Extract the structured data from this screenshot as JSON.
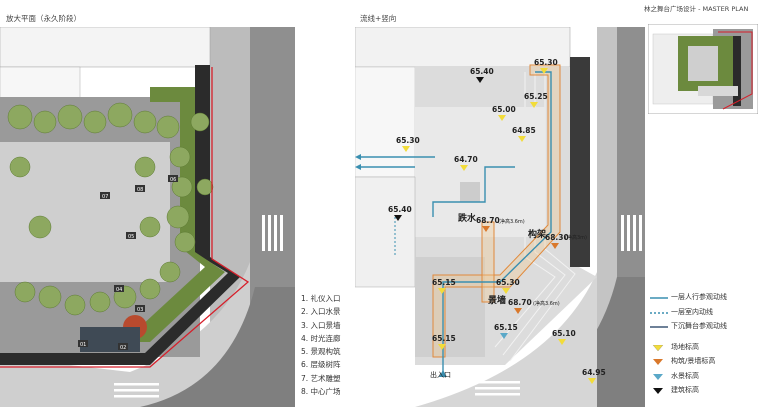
{
  "titles": {
    "left": "放大平面（永久阶段）",
    "middle": "流线+竖向",
    "right": "林之舞台广场设计 - MASTER PLAN"
  },
  "plan_labels": {
    "zone_01": "01",
    "zone_02": "02",
    "zone_03": "03",
    "zone_04": "04",
    "zone_05": "05",
    "zone_06": "06",
    "zone_07": "07",
    "zone_08": "08"
  },
  "legend_list": [
    "1.  礼仪入口",
    "2.  入口水景",
    "3.  入口景墙",
    "4.  时光连廊",
    "5.  景观构筑",
    "6.  层级树阵",
    "7.  艺术雕塑",
    "8.  中心广场"
  ],
  "elevations": {
    "e1": "65.30",
    "e2": "65.40",
    "e3": "65.25",
    "e4": "65.00",
    "e5": "64.85",
    "e6": "65.30",
    "e7": "64.70",
    "e8": "65.40",
    "e9": "68.70",
    "e10": "68.30",
    "e11": "65.15",
    "e12": "65.30",
    "e13": "68.70",
    "e14": "65.15",
    "e15": "65.15",
    "e16": "65.10",
    "e17": "64.95"
  },
  "feature_labels": {
    "falls": "跌水",
    "falls_note": "(净高3.6m)",
    "pavilion": "构架",
    "pavilion_note": "(净高3m)",
    "wall": "景墙",
    "wall_note": "(净高3.6m)",
    "entrance": "出入口"
  },
  "legend_flow": [
    {
      "label": "一层人行参观动线",
      "style": "solid",
      "color": "#3a8fb0"
    },
    {
      "label": "一层室内动线",
      "style": "dotted",
      "color": "#3a8fb0"
    },
    {
      "label": "下沉舞台参观动线",
      "style": "solid",
      "color": "#5a6f8a"
    }
  ],
  "legend_marks": [
    {
      "label": "场地标高",
      "color": "#f2dc3a"
    },
    {
      "label": "构筑/景墙标高",
      "color": "#d9782b"
    },
    {
      "label": "水景标高",
      "color": "#5aa8c8"
    },
    {
      "label": "建筑标高",
      "color": "#111111"
    }
  ]
}
